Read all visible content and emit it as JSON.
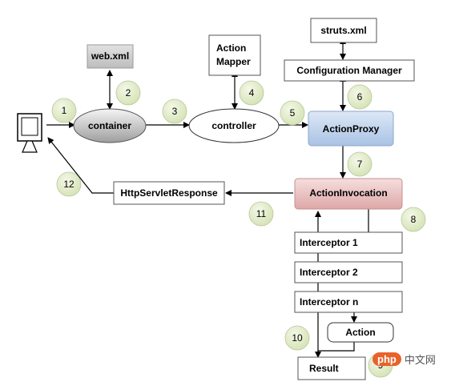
{
  "nodes": {
    "web_xml": "web.xml",
    "container": "container",
    "action_mapper_line1": "Action",
    "action_mapper_line2": "Mapper",
    "controller": "controller",
    "struts_xml": "struts.xml",
    "configuration_manager": "Configuration Manager",
    "action_proxy": "ActionProxy",
    "action_invocation": "ActionInvocation",
    "http_servlet_response": "HttpServletResponse",
    "interceptor_1": "Interceptor 1",
    "interceptor_2": "Interceptor 2",
    "interceptor_n": "Interceptor n",
    "action": "Action",
    "result": "Result"
  },
  "steps": [
    "1",
    "2",
    "3",
    "4",
    "5",
    "6",
    "7",
    "8",
    "9",
    "10",
    "11",
    "12"
  ],
  "watermark": {
    "logo": "php",
    "text": "中文网"
  },
  "colors": {
    "step_circle": "#e6efcf",
    "web_xml_fill": "#d0d0d0",
    "action_proxy_fill": "#c7d8ee",
    "action_invocation_fill": "#eec4c4",
    "watermark_accent": "#e8622b"
  }
}
